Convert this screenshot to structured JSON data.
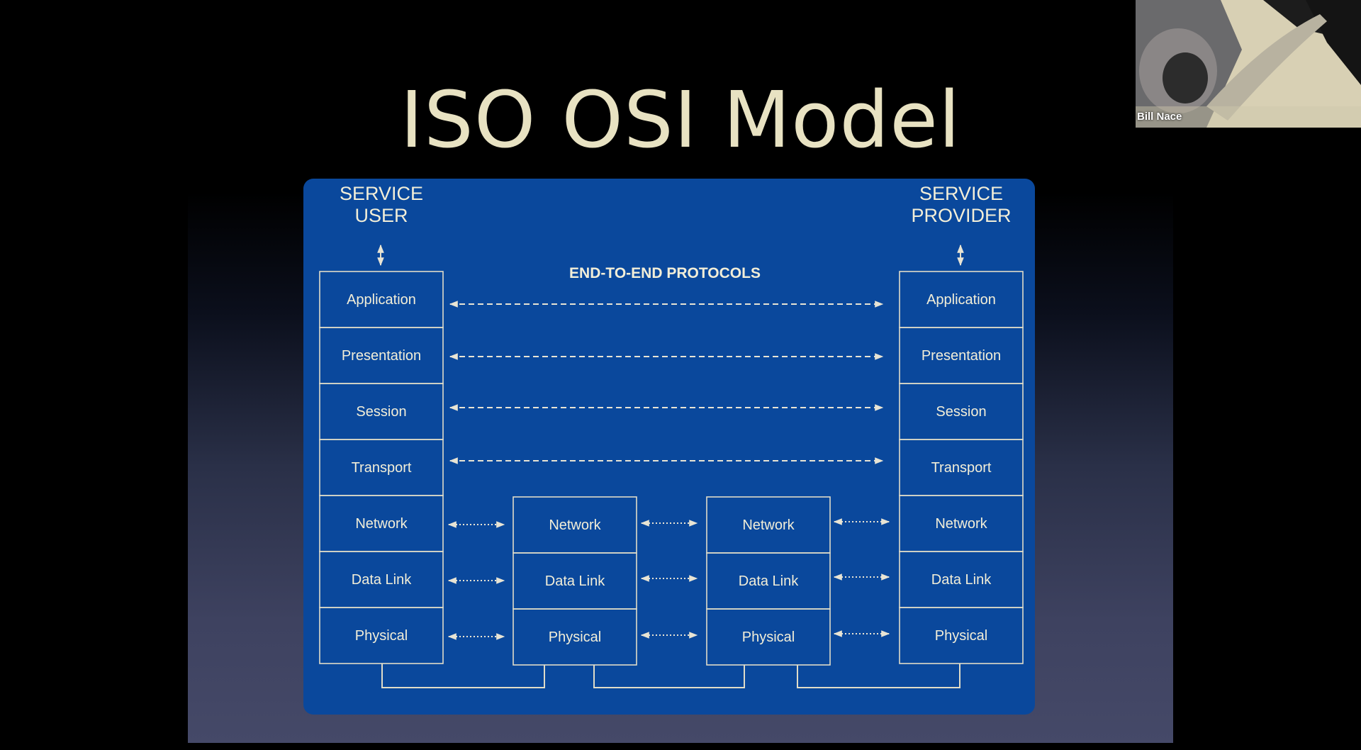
{
  "slide": {
    "title": "ISO OSI Model"
  },
  "diagram": {
    "service_user": {
      "line1": "SERVICE",
      "line2": "USER"
    },
    "service_provider": {
      "line1": "SERVICE",
      "line2": "PROVIDER"
    },
    "protocols_label": "END-TO-END PROTOCOLS",
    "end_stack_layers": [
      "Application",
      "Presentation",
      "Session",
      "Transport",
      "Network",
      "Data Link",
      "Physical"
    ],
    "relay_stack_layers": [
      "Network",
      "Data Link",
      "Physical"
    ]
  },
  "presenter": {
    "name": "Bill Nace"
  },
  "colors": {
    "panel": "#0a489c",
    "title_text": "#e8e2c2",
    "diagram_lines": "#e0dcc8"
  }
}
